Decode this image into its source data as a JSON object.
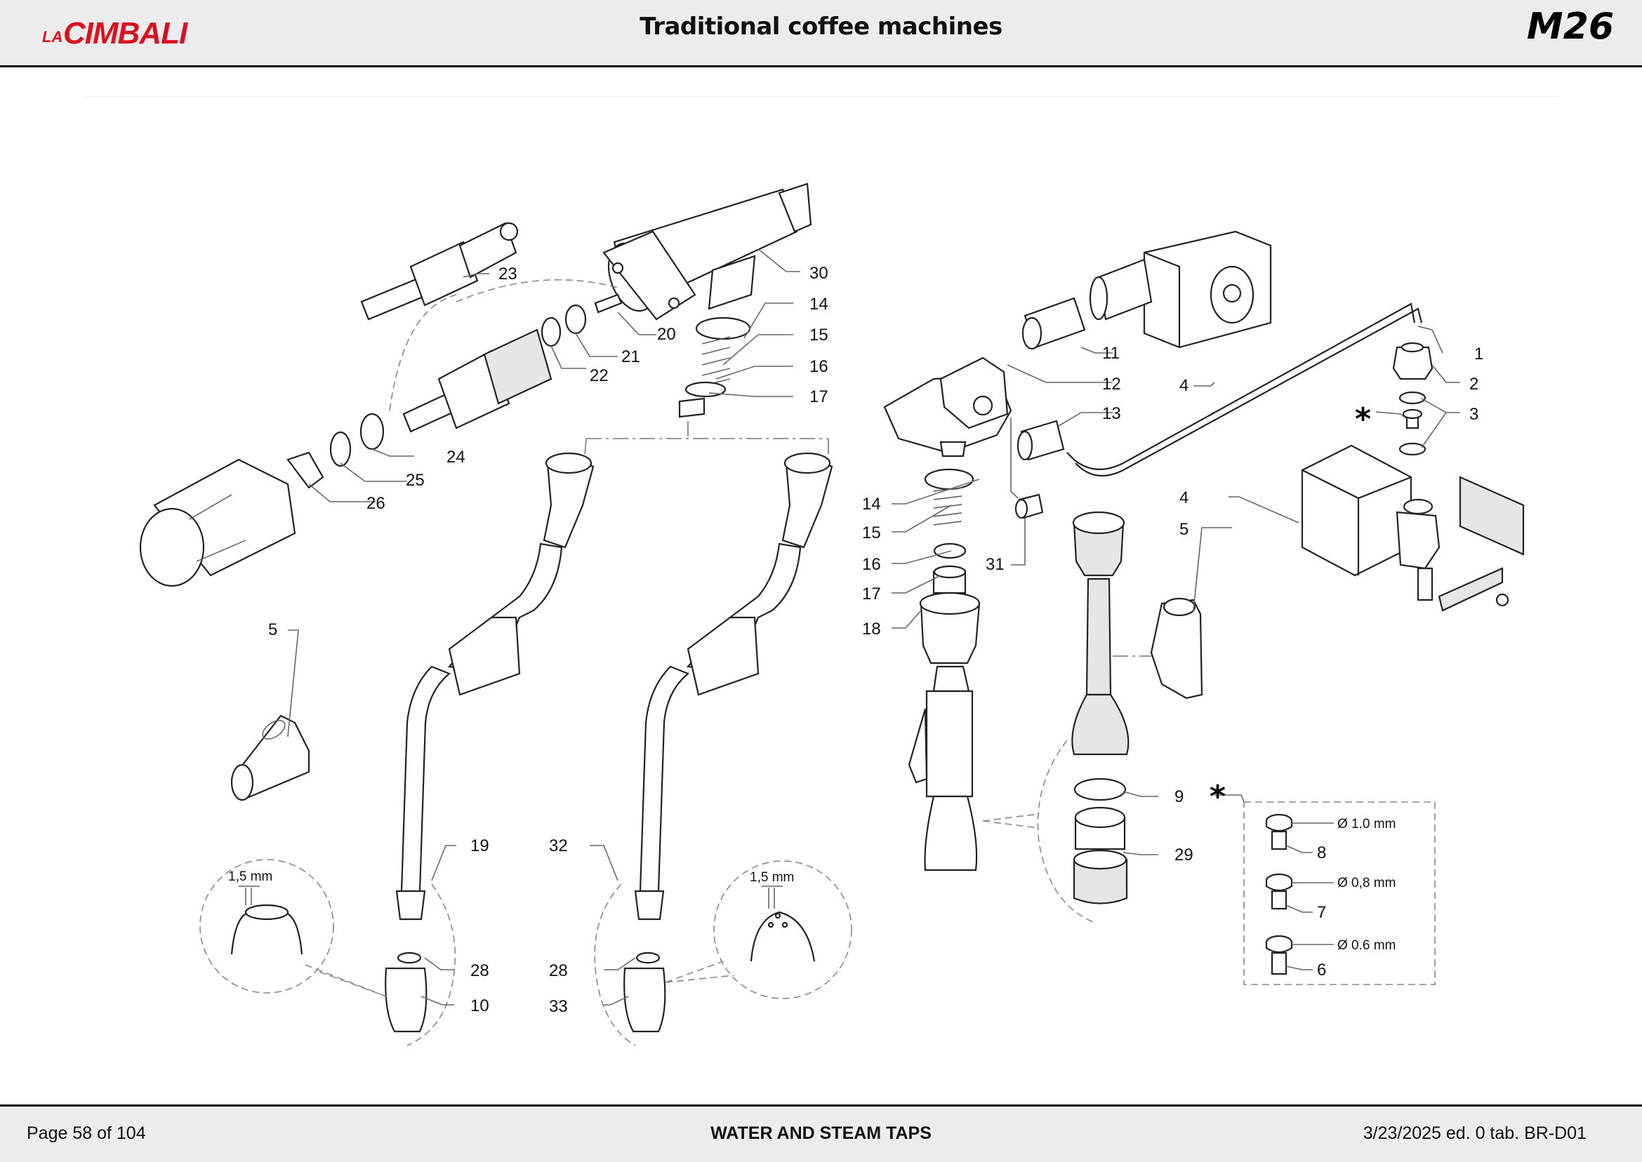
{
  "header": {
    "brand": "LA CIMBALI",
    "brand_la": "LA",
    "brand_name": "CIMBALI",
    "brand_color": "#d9101f",
    "title": "Traditional coffee machines",
    "model": "M26"
  },
  "footer": {
    "page": "Page 58 of 104",
    "section": "WATER AND STEAM TAPS",
    "edition": "3/23/2025 ed. 0 tab. BR-D01"
  },
  "diagram": {
    "callouts": {
      "c1": "1",
      "c2": "2",
      "c3": "3",
      "c4a": "4",
      "c4b": "4",
      "c5a": "5",
      "c5b": "5",
      "c6": "6",
      "c7": "7",
      "c8": "8",
      "c9": "9",
      "c10": "10",
      "c11": "11",
      "c12": "12",
      "c13": "13",
      "c14a": "14",
      "c14b": "14",
      "c15a": "15",
      "c15b": "15",
      "c16a": "16",
      "c16b": "16",
      "c17a": "17",
      "c17b": "17",
      "c18": "18",
      "c19": "19",
      "c20": "20",
      "c21": "21",
      "c22": "22",
      "c23": "23",
      "c24": "24",
      "c25": "25",
      "c26": "26",
      "c28a": "28",
      "c28b": "28",
      "c29": "29",
      "c30": "30",
      "c31": "31",
      "c32": "32",
      "c33": "33"
    },
    "asterisk": "*",
    "nozzle_options": [
      {
        "part": "8",
        "diameter": "Ø 1.0 mm"
      },
      {
        "part": "7",
        "diameter": "Ø 0,8 mm"
      },
      {
        "part": "6",
        "diameter": "Ø 0.6 mm"
      }
    ],
    "detail_dimension_left": "1,5 mm",
    "detail_dimension_right": "1,5 mm"
  }
}
